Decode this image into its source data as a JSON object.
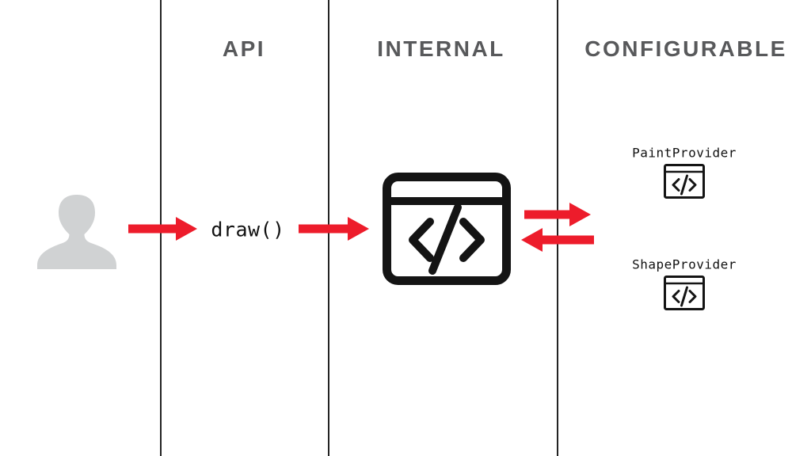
{
  "diagram": {
    "columns": [
      {
        "label": "API"
      },
      {
        "label": "INTERNAL"
      },
      {
        "label": "CONFIGURABLE"
      }
    ],
    "actor": {
      "icon": "user-silhouette-icon"
    },
    "call_label": "draw()",
    "internal_component": {
      "icon": "code-window-icon"
    },
    "providers": [
      {
        "label": "PaintProvider",
        "icon": "code-window-icon"
      },
      {
        "label": "ShapeProvider",
        "icon": "code-window-icon"
      }
    ],
    "arrows": [
      {
        "name": "user-to-draw",
        "direction": "right"
      },
      {
        "name": "draw-to-internal",
        "direction": "right"
      },
      {
        "name": "internal-to-configurable",
        "direction": "right"
      },
      {
        "name": "configurable-to-internal",
        "direction": "left"
      }
    ],
    "colors": {
      "arrow_red": "#ED1C2B",
      "header_gray": "#58595B",
      "actor_gray": "#D0D2D3",
      "icon_black": "#141414",
      "divider_black": "#232323"
    }
  }
}
